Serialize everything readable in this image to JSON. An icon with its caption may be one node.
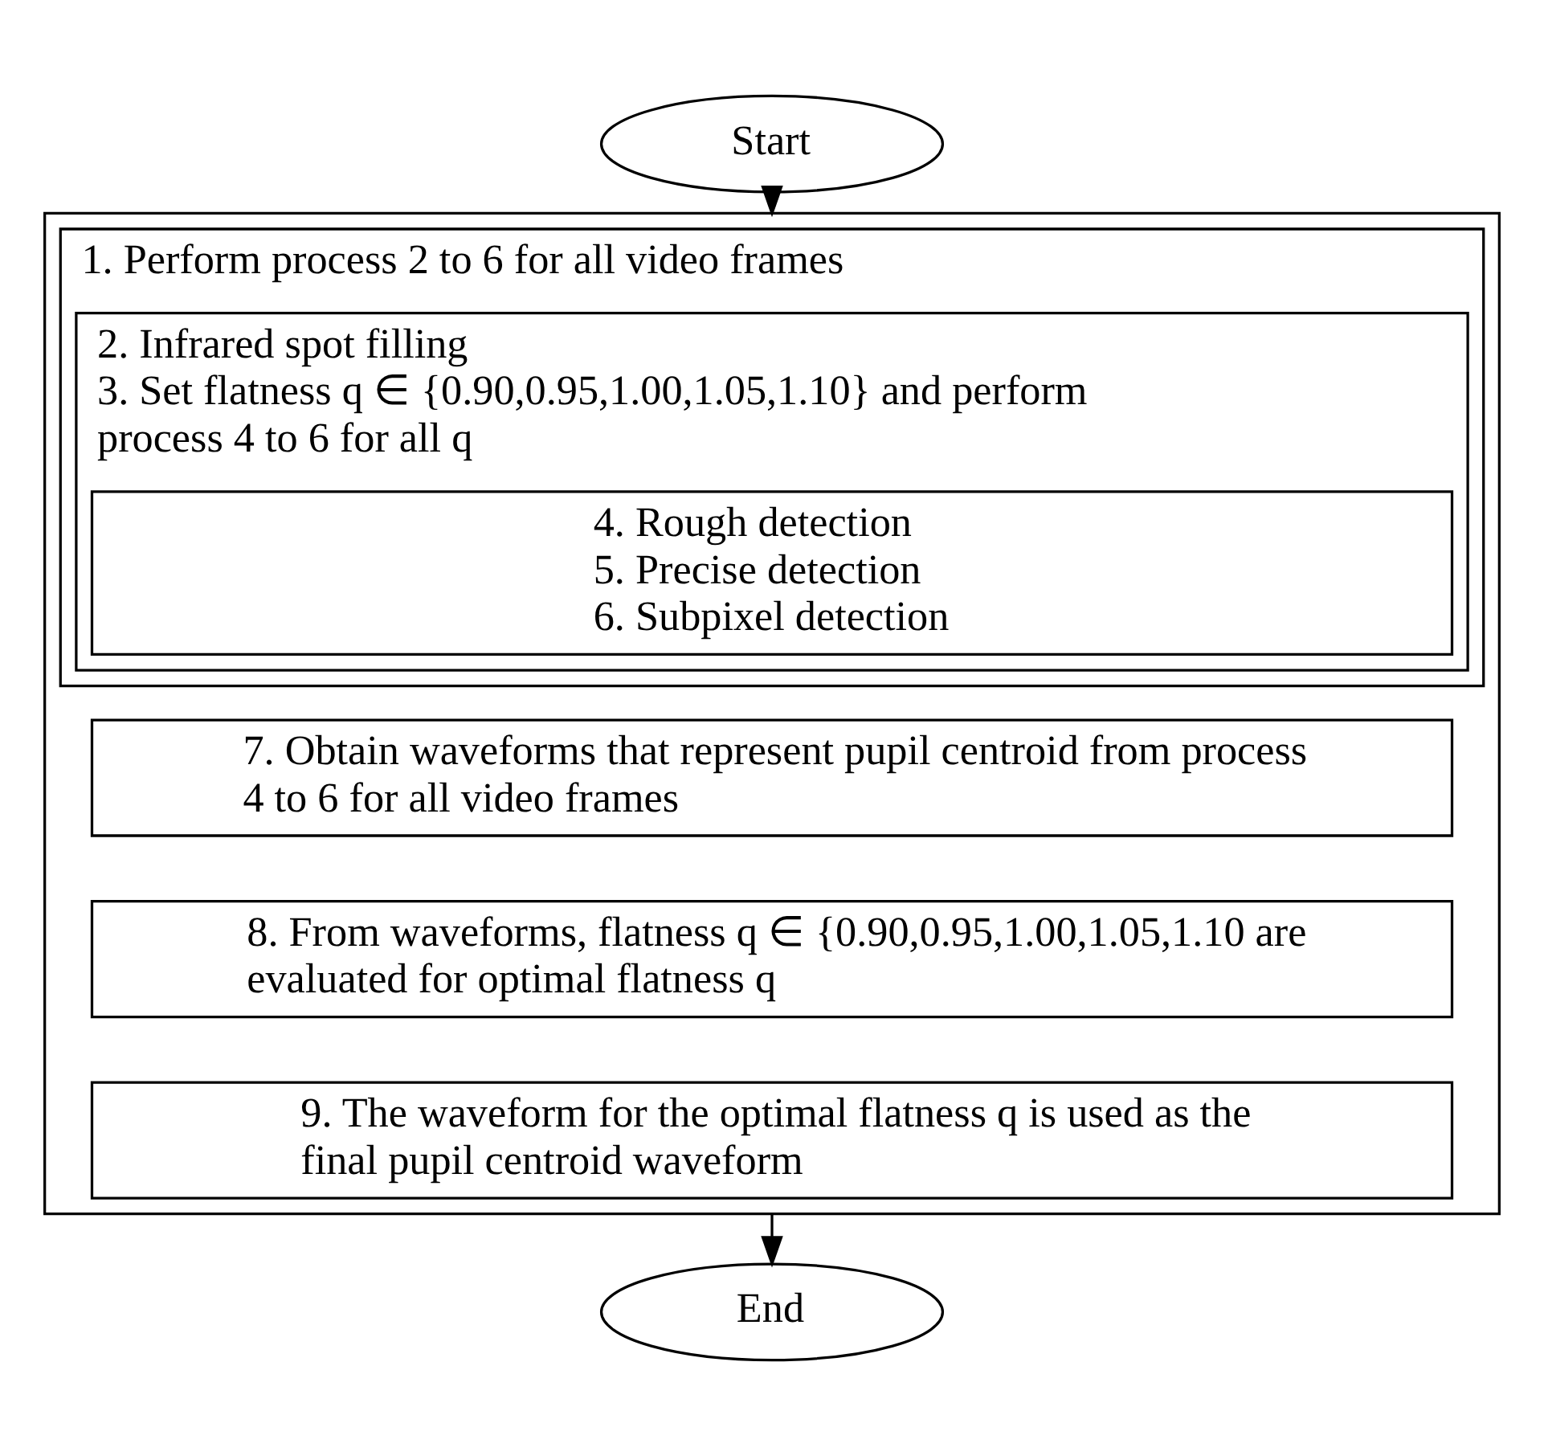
{
  "diagram": {
    "nodes": [
      {
        "text": [
          "Start"
        ]
      },
      {
        "text": [],
        "shape": "box"
      },
      {
        "text": [
          "1. Perform process 2 to 6 for all video frames"
        ],
        "in": 1
      },
      {
        "text": [
          "2. Infrared spot filling",
          "3. Set flatness q ∈ {0.90,0.95,1.00,1.05,1.10} and perform process 4 to 6 for all q"
        ],
        "in": 2
      },
      {
        "text": [
          "4. Rough detection",
          "5. Precise detection",
          "6. Subpixel detection"
        ],
        "in": 3
      },
      {
        "text": [
          "7. Obtain waveforms that represent pupil centroid from process 4 to 6 for all video frames"
        ],
        "in": 1
      },
      {
        "text": [
          "8. From waveforms, flatness q ∈ {0.90,0.95,1.00,1.05,1.10 are evaluated for optimal flatness q"
        ],
        "in": 1
      },
      {
        "text": [
          "9. The waveform for the optimal flatness q is used as the final pupil centroid waveform"
        ],
        "in": 1
      },
      {
        "text": [
          "End"
        ]
      }
    ],
    "edges": [
      {
        "from": 0,
        "to": 1,
        "arrow": "to"
      },
      {
        "from": 1,
        "to": 8,
        "arrow": "to"
      }
    ]
  }
}
